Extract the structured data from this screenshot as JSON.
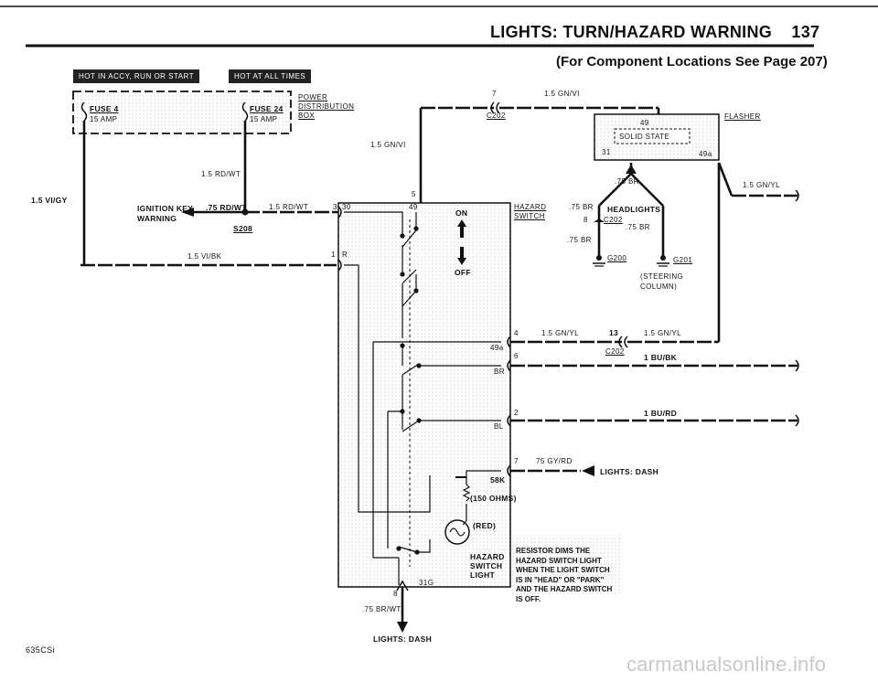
{
  "header": {
    "title": "LIGHTS: TURN/HAZARD WARNING",
    "page": "137",
    "subtitle": "(For Component Locations See Page 207)"
  },
  "hot_labels": {
    "accy": "HOT IN ACCY, RUN OR START",
    "all": "HOT AT ALL TIMES"
  },
  "fuse4": {
    "name": "FUSE 4",
    "rating": "15 AMP"
  },
  "fuse24": {
    "name": "FUSE 24",
    "rating": "15 AMP"
  },
  "power_box": [
    "POWER",
    "DISTRIBUTION",
    "BOX"
  ],
  "wires": {
    "rd_wt_15": "1.5 RD/WT",
    "vi_gy_15": "1.5 VI/GY",
    "rd_wt_75": ".75 RD/WT",
    "rd_wt_15b": "1.5 RD/WT",
    "vi_bk_15": "1.5 VI/BK",
    "gn_vi_15_top": "1.5 GN/VI",
    "gn_vi_15_left": "1.5 GN/VI",
    "br_75_a": ".75 BR",
    "br_75_b": ".75 BR",
    "br_75_c": ".75 BR",
    "br_75_d": ".75 BR",
    "gn_yl_15_right": "1.5 GN/YL",
    "gn_yl_15_a": "1.5 GN/YL",
    "gn_yl_15_b": "1.5 GN/YL",
    "bu_bk_1": "1 BU/BK",
    "bu_rd_1": "1 BU/RD",
    "gy_rd_75": "75 GY/RD",
    "br_wt_75": ".75 BR/WT"
  },
  "ignition": {
    "line1": "IGNITION KEY",
    "line2": "WARNING"
  },
  "splice": "S208",
  "connectors": {
    "c202_top": "C202",
    "c202_mid": "C202",
    "c202_low": "C202"
  },
  "pins": {
    "p7_top": "7",
    "p3": "3",
    "p1": "1",
    "p5": "5",
    "p30": "30",
    "p49": "49",
    "pR": "R",
    "p4": "4",
    "p13": "13",
    "p6": "6",
    "p2": "2",
    "p7_low": "7",
    "p8_hl": "8",
    "p8_bot": "8",
    "p49a_sw": "49a",
    "pBR": "BR",
    "pBL": "BL",
    "p58K": "58K",
    "p31G": "31G",
    "fl49": "49",
    "fl31": "31",
    "fl49a": "49a"
  },
  "switch": {
    "on": "ON",
    "off": "OFF",
    "name1": "HAZARD",
    "name2": "SWITCH"
  },
  "resistor": "(150 OHMS)",
  "lamp": {
    "color": "(RED)",
    "name": [
      "HAZARD",
      "SWITCH",
      "LIGHT"
    ]
  },
  "flasher": {
    "name": "FLASHER",
    "inner": "SOLID STATE"
  },
  "headlights": "HEADLIGHTS",
  "grounds": {
    "g200": "G200",
    "g201": "G201",
    "g201_note": [
      "(STEERING",
      "COLUMN)"
    ]
  },
  "dash_right": "LIGHTS: DASH",
  "dash_bottom": "LIGHTS: DASH",
  "note": "RESISTOR DIMS THE HAZARD SWITCH LIGHT WHEN THE LIGHT SWITCH IS IN \"HEAD\" OR \"PARK\" AND THE HAZARD SWITCH IS OFF.",
  "model": "635CSi",
  "watermark": "carmanualsonline.info"
}
